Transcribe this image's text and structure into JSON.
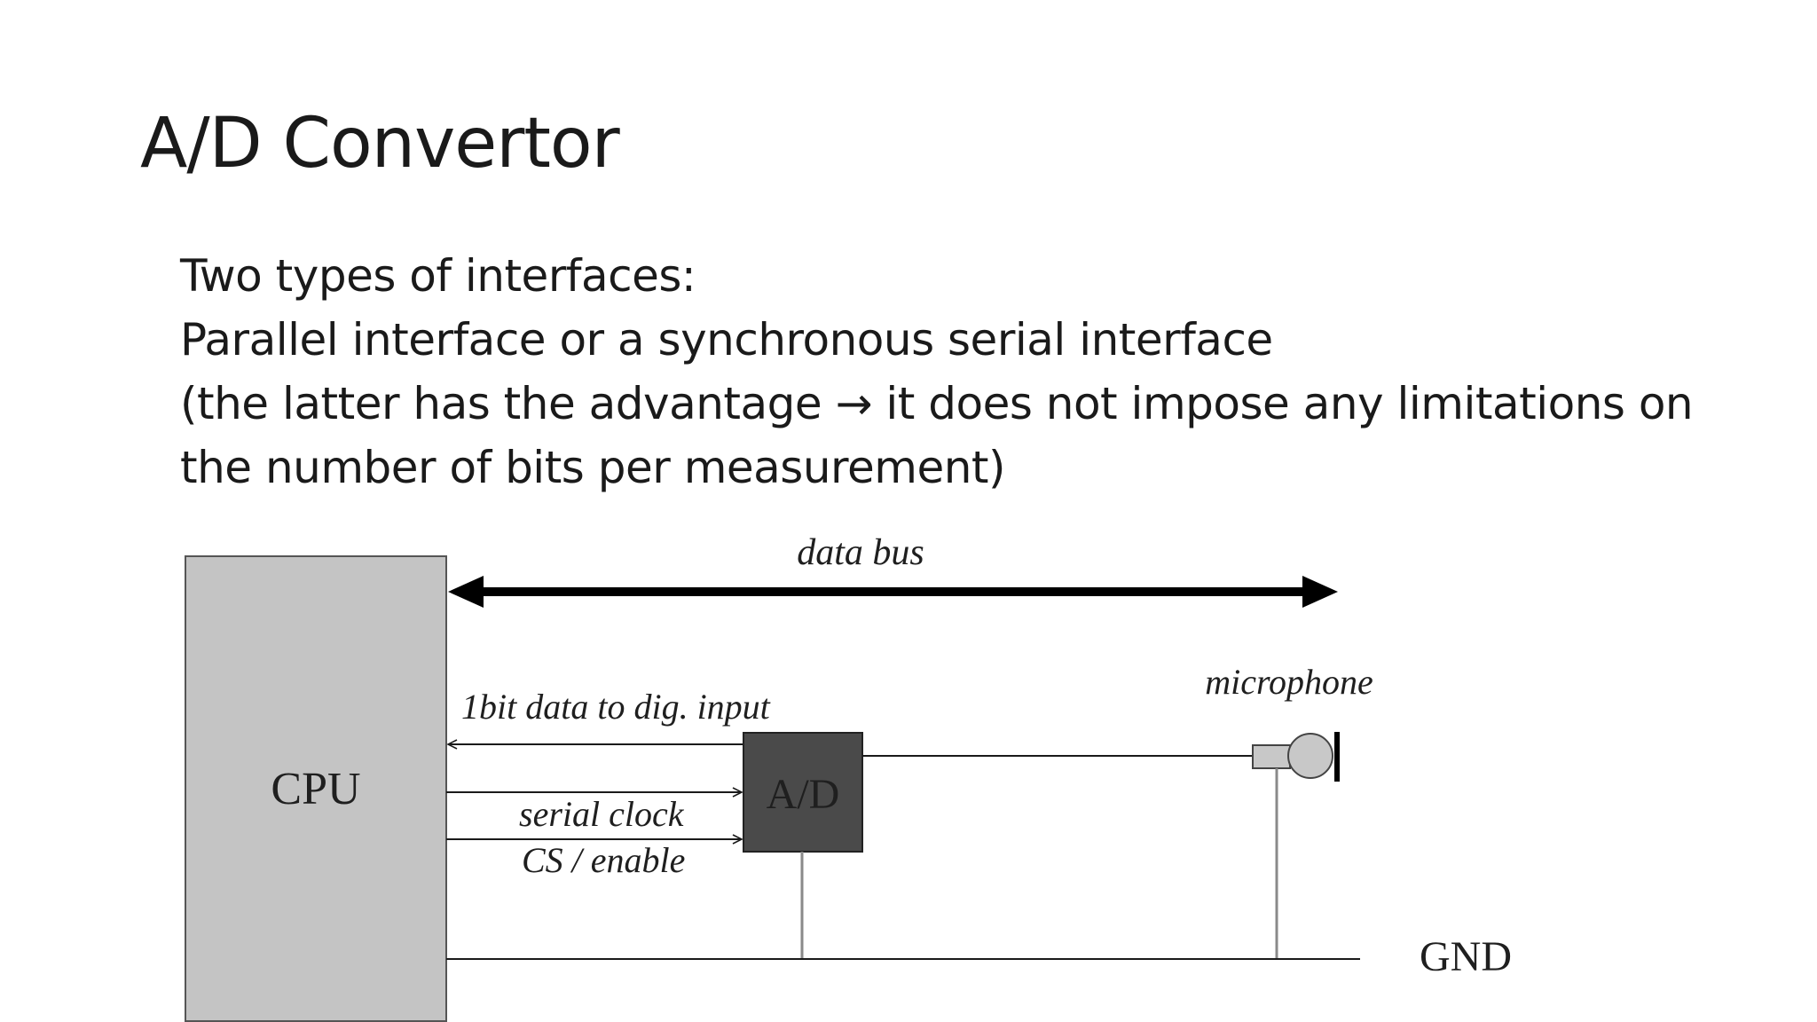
{
  "slide": {
    "title": "A/D Convertor",
    "body_lines": [
      "Two types of interfaces:",
      "Parallel interface or a synchronous serial interface",
      "(the latter has the advantage →  it does not impose any limitations on",
      "the number of bits per measurement)"
    ]
  },
  "diagram": {
    "cpu_label": "CPU",
    "ad_label": "A/D",
    "data_bus_label": "data bus",
    "data_line_label": "1bit data to dig. input",
    "serial_clock_label": "serial clock",
    "cs_enable_label": "CS / enable",
    "microphone_label": "microphone",
    "gnd_label": "GND",
    "colors": {
      "cpu_fill": "#c4c4c4",
      "ad_fill": "#4a4a4a",
      "mic_fill": "#c8c8c8",
      "line": "#1a1a1a",
      "ground_drop": "#8a8a8a"
    }
  }
}
